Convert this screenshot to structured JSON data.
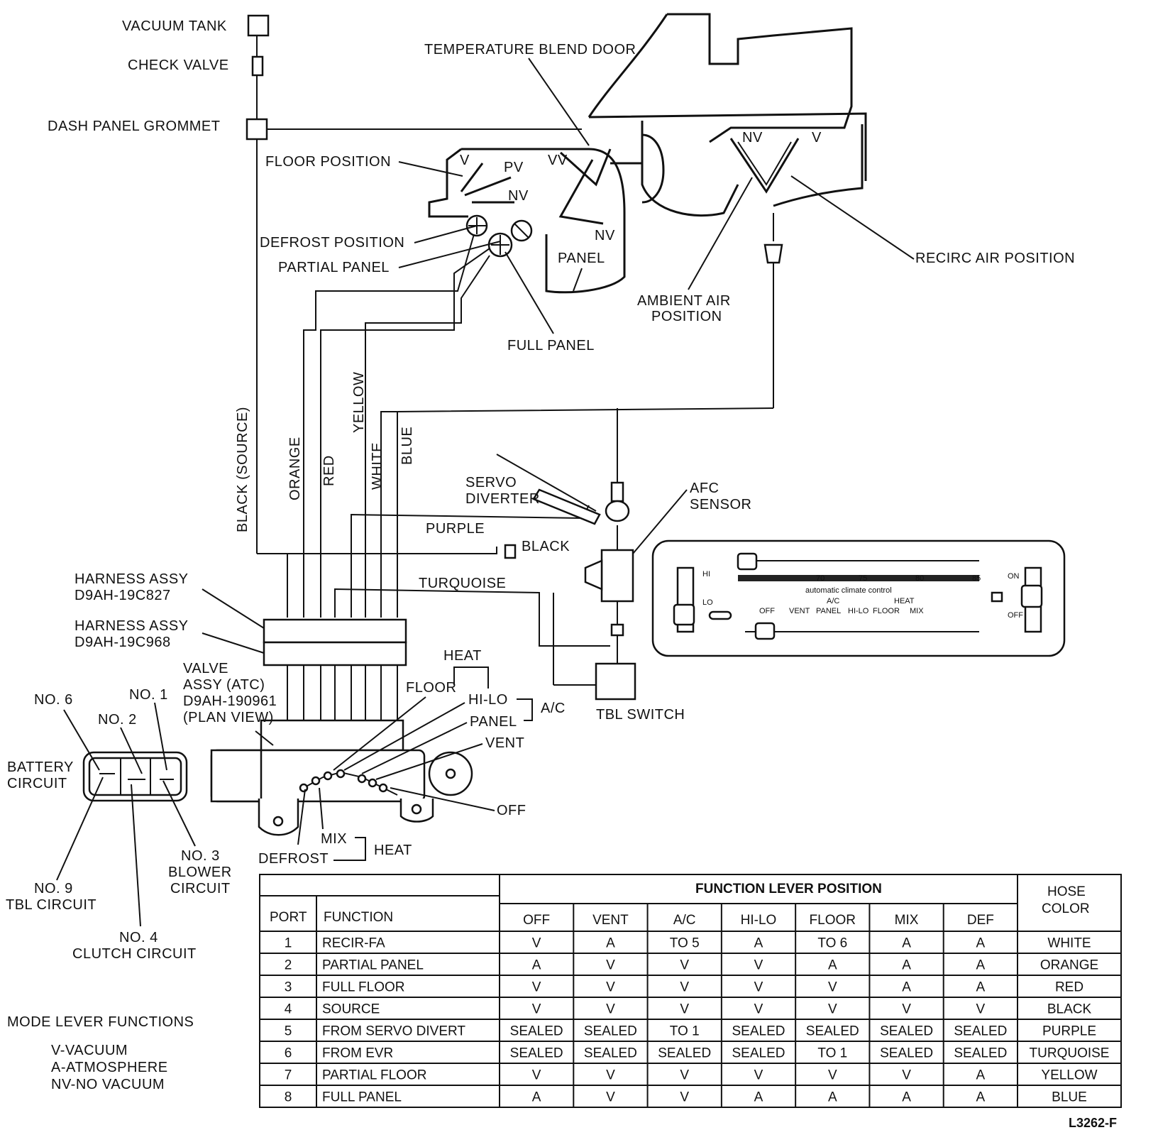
{
  "labels": {
    "vacuum_tank": "VACUUM TANK",
    "check_valve": "CHECK VALVE",
    "dash_panel_grommet": "DASH PANEL GROMMET",
    "temperature_blend_door": "TEMPERATURE BLEND DOOR",
    "floor_position": "FLOOR POSITION",
    "defrost_position": "DEFROST POSITION",
    "partial_panel": "PARTIAL PANEL",
    "full_panel": "FULL PANEL",
    "panel": "PANEL",
    "ambient_air_line1": "AMBIENT AIR",
    "ambient_air_line2": "POSITION",
    "recirc_air_position": "RECIRC AIR POSITION",
    "servo_diverter_line1": "SERVO",
    "servo_diverter_line2": "DIVERTER",
    "afc_sensor_line1": "AFC",
    "afc_sensor_line2": "SENSOR",
    "tbl_switch": "TBL SWITCH",
    "harness1_line1": "HARNESS ASSY",
    "harness1_line2": "D9AH-19C827",
    "harness2_line1": "HARNESS ASSY",
    "harness2_line2": "D9AH-19C968",
    "valve_line1": "VALVE",
    "valve_line2": "ASSY (ATC)",
    "valve_line3": "D9AH-190961",
    "valve_line4": "(PLAN VIEW)",
    "no6": "NO. 6",
    "no1": "NO. 1",
    "no2": "NO. 2",
    "battery_line1": "BATTERY",
    "battery_line2": "CIRCUIT",
    "no3_line1": "NO. 3",
    "no3_line2": "BLOWER",
    "no3_line3": "CIRCUIT",
    "no9_line1": "NO. 9",
    "no9_line2": "TBL CIRCUIT",
    "no4_line1": "NO. 4",
    "no4_line2": "CLUTCH CIRCUIT",
    "floor": "FLOOR",
    "heat_top": "HEAT",
    "hilo": "HI-LO",
    "ac": "A/C",
    "panel_lever": "PANEL",
    "vent": "VENT",
    "off": "OFF",
    "mix": "MIX",
    "defrost": "DEFROST",
    "heat_bottom": "HEAT",
    "v_a": "V",
    "pv": "PV",
    "vv": "VV",
    "nv_a": "NV",
    "nv_b": "NV",
    "nv_c": "NV",
    "v_b": "V"
  },
  "hoses": {
    "black_source": "BLACK (SOURCE)",
    "orange": "ORANGE",
    "red": "RED",
    "yellow": "YELLOW",
    "white": "WHITE",
    "blue": "BLUE",
    "purple": "PURPLE",
    "black": "BLACK",
    "turquoise": "TURQUOISE"
  },
  "control_panel": {
    "hi": "HI",
    "lo": "LO",
    "on": "ON",
    "off": "OFF",
    "title": "automatic climate control",
    "ac": "A/C",
    "heat": "HEAT",
    "off_small": "OFF",
    "vent": "VENT",
    "panel": "PANEL",
    "hilo": "HI-LO",
    "floor": "FLOOR",
    "mix": "MIX",
    "scale_70": "70",
    "scale_75": "75",
    "scale_80": "80",
    "scale_85": "85"
  },
  "legend": {
    "title": "MODE LEVER FUNCTIONS",
    "items": [
      "V-VACUUM",
      "A-ATMOSPHERE",
      "NV-NO VACUUM"
    ]
  },
  "table": {
    "group_header": "FUNCTION LEVER POSITION",
    "hose_header_line1": "HOSE",
    "hose_header_line2": "COLOR",
    "port_header": "PORT",
    "function_header": "FUNCTION",
    "columns": [
      "OFF",
      "VENT",
      "A/C",
      "HI-LO",
      "FLOOR",
      "MIX",
      "DEF"
    ],
    "rows": [
      {
        "port": "1",
        "function": "RECIR-FA",
        "values": [
          "V",
          "A",
          "TO 5",
          "A",
          "TO 6",
          "A",
          "A"
        ],
        "hose": "WHITE"
      },
      {
        "port": "2",
        "function": "PARTIAL PANEL",
        "values": [
          "A",
          "V",
          "V",
          "V",
          "A",
          "A",
          "A"
        ],
        "hose": "ORANGE"
      },
      {
        "port": "3",
        "function": "FULL FLOOR",
        "values": [
          "V",
          "V",
          "V",
          "V",
          "V",
          "A",
          "A"
        ],
        "hose": "RED"
      },
      {
        "port": "4",
        "function": "SOURCE",
        "values": [
          "V",
          "V",
          "V",
          "V",
          "V",
          "V",
          "V"
        ],
        "hose": "BLACK"
      },
      {
        "port": "5",
        "function": "FROM SERVO DIVERT",
        "values": [
          "SEALED",
          "SEALED",
          "TO 1",
          "SEALED",
          "SEALED",
          "SEALED",
          "SEALED"
        ],
        "hose": "PURPLE"
      },
      {
        "port": "6",
        "function": "FROM EVR",
        "values": [
          "SEALED",
          "SEALED",
          "SEALED",
          "SEALED",
          "TO 1",
          "SEALED",
          "SEALED"
        ],
        "hose": "TURQUOISE"
      },
      {
        "port": "7",
        "function": "PARTIAL FLOOR",
        "values": [
          "V",
          "V",
          "V",
          "V",
          "V",
          "V",
          "A"
        ],
        "hose": "YELLOW"
      },
      {
        "port": "8",
        "function": "FULL PANEL",
        "values": [
          "A",
          "V",
          "V",
          "A",
          "A",
          "A",
          "A"
        ],
        "hose": "BLUE"
      }
    ]
  },
  "figure_ref": "L3262-F"
}
